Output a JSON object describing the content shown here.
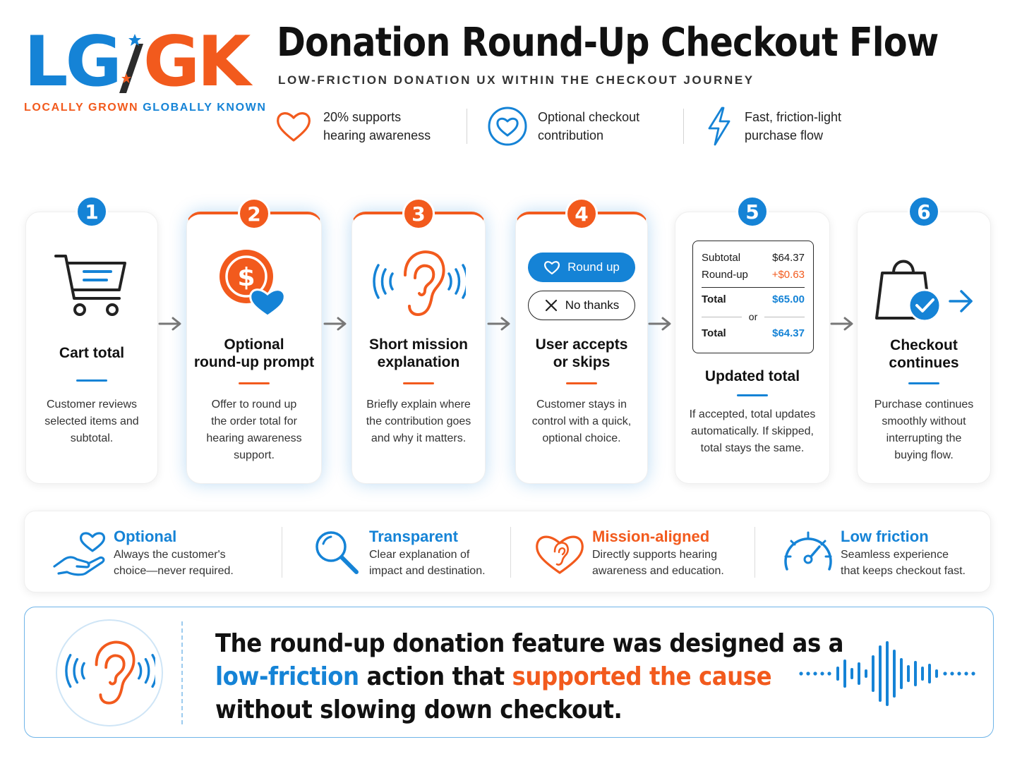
{
  "brand": {
    "logo_left": "LG",
    "logo_right": "GK",
    "tagline_part1": "LOCALLY GROWN",
    "tagline_part2": "GLOBALLY KNOWN"
  },
  "header": {
    "title": "Donation Round-Up Checkout Flow",
    "subtitle": "LOW-FRICTION DONATION UX WITHIN THE CHECKOUT JOURNEY"
  },
  "features": [
    {
      "icon": "heart-outline-icon",
      "line1": "20% supports",
      "line2": "hearing awareness"
    },
    {
      "icon": "heart-circle-icon",
      "line1": "Optional checkout",
      "line2": "contribution"
    },
    {
      "icon": "lightning-icon",
      "line1": "Fast, friction-light",
      "line2": "purchase flow"
    }
  ],
  "steps": [
    {
      "number": "1",
      "title_line1": "Cart total",
      "title_line2": "",
      "desc": [
        "Customer reviews",
        "selected items and",
        "subtotal."
      ],
      "icon": "shopping-cart-icon"
    },
    {
      "number": "2",
      "title_line1": "Optional",
      "title_line2": "round-up prompt",
      "desc": [
        "Offer to round up",
        "the order total for",
        "hearing awareness",
        "support."
      ],
      "icon": "dollar-heart-icon"
    },
    {
      "number": "3",
      "title_line1": "Short mission",
      "title_line2": "explanation",
      "desc": [
        "Briefly explain where",
        "the contribution goes",
        "and why it matters."
      ],
      "icon": "ear-sound-icon"
    },
    {
      "number": "4",
      "title_line1": "User accepts",
      "title_line2": "or skips",
      "desc": [
        "Customer stays in",
        "control with a quick,",
        "optional choice."
      ],
      "icon": "choice-buttons-icon"
    },
    {
      "number": "5",
      "title_line1": "Updated total",
      "title_line2": "",
      "desc": [
        "If accepted, total updates",
        "automatically. If skipped,",
        "total stays the same."
      ],
      "icon": "totals-card-icon"
    },
    {
      "number": "6",
      "title_line1": "Checkout",
      "title_line2": "continues",
      "desc": [
        "Purchase continues",
        "smoothly without",
        "interrupting the",
        "buying flow."
      ],
      "icon": "shopping-bag-check-icon"
    }
  ],
  "choice": {
    "accept_label": "Round up",
    "decline_label": "No thanks"
  },
  "totals": {
    "subtotal_label": "Subtotal",
    "subtotal_value": "$64.37",
    "roundup_label": "Round-up",
    "roundup_value": "+$0.63",
    "total_label": "Total",
    "total_accepted": "$65.00",
    "or_label": "or",
    "total_skipped": "$64.37"
  },
  "principles": [
    {
      "title": "Optional",
      "line1": "Always the customer's",
      "line2": "choice—never required.",
      "icon": "hand-heart-icon"
    },
    {
      "title": "Transparent",
      "line1": "Clear explanation of",
      "line2": "impact and destination.",
      "icon": "magnifier-icon"
    },
    {
      "title": "Mission-aligned",
      "line1": "Directly supports hearing",
      "line2": "awareness and education.",
      "icon": "heart-ear-icon"
    },
    {
      "title": "Low friction",
      "line1": "Seamless experience",
      "line2": "that keeps checkout fast.",
      "icon": "speedometer-icon"
    }
  ],
  "callout": {
    "line1": "The round-up donation feature was designed as a",
    "line2_blue": "low-friction",
    "line2_mid": " action that ",
    "line2_orange": "supported the cause",
    "line3": "without slowing down checkout."
  },
  "colors": {
    "blue": "#1583d6",
    "orange": "#f25a1d",
    "text": "#111111"
  }
}
